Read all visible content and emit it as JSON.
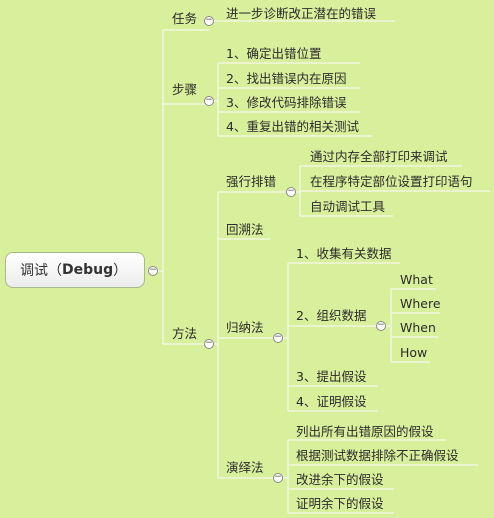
{
  "root": {
    "label_prefix": "调试（",
    "label_bold": "Debug",
    "label_suffix": "）"
  },
  "branches": {
    "task": {
      "label": "任务",
      "items": [
        "进一步诊断改正潜在的错误"
      ]
    },
    "steps": {
      "label": "步骤",
      "items": [
        "1、确定出错位置",
        "2、找出错误内在原因",
        "3、修改代码排除错误",
        "4、重复出错的相关测试"
      ]
    },
    "methods": {
      "label": "方法",
      "force": {
        "label": "强行排错",
        "items": [
          "通过内存全部打印来调试",
          "在程序特定部位设置打印语句",
          "自动调试工具"
        ]
      },
      "backtrack": {
        "label": "回溯法"
      },
      "induction": {
        "label": "归纳法",
        "items": [
          "1、收集有关数据",
          "2、组织数据",
          "3、提出假设",
          "4、证明假设"
        ],
        "organize_sub": [
          "What",
          "Where",
          "When",
          "How"
        ]
      },
      "deduction": {
        "label": "演绎法",
        "items": [
          "列出所有出错原因的假设",
          "根据测试数据排除不正确假设",
          "改进余下的假设",
          "证明余下的假设"
        ]
      }
    }
  },
  "toggle_symbol": "−",
  "colors": {
    "background": "#d8ef9c",
    "line": "#f4f8ea"
  }
}
